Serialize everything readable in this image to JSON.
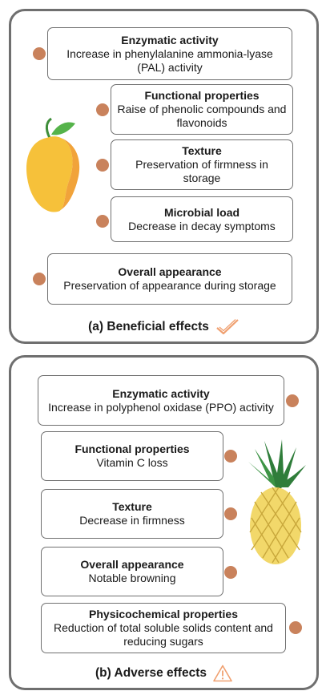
{
  "beneficial": {
    "caption": "(a) Beneficial effects",
    "icon": "checkmark-icon",
    "fruit_icon": "mango-icon",
    "dot_color": "#c9825c",
    "items": [
      {
        "title": "Enzymatic activity",
        "desc": "Increase in phenylalanine ammonia-lyase (PAL) activity"
      },
      {
        "title": "Functional properties",
        "desc": "Raise of phenolic compounds and flavonoids"
      },
      {
        "title": "Texture",
        "desc": "Preservation of firmness in storage"
      },
      {
        "title": "Microbial load",
        "desc": "Decrease in decay symptoms"
      },
      {
        "title": "Overall appearance",
        "desc": "Preservation of appearance during storage"
      }
    ]
  },
  "adverse": {
    "caption": "(b) Adverse effects",
    "icon": "warning-icon",
    "fruit_icon": "pineapple-icon",
    "dot_color": "#c9825c",
    "items": [
      {
        "title": "Enzymatic activity",
        "desc": "Increase in polyphenol oxidase (PPO) activity"
      },
      {
        "title": "Functional properties",
        "desc": "Vitamin C loss"
      },
      {
        "title": "Texture",
        "desc": "Decrease in firmness"
      },
      {
        "title": "Overall appearance",
        "desc": "Notable browning"
      },
      {
        "title": "Physicochemical properties",
        "desc": "Reduction of total soluble solids content and reducing sugars"
      }
    ]
  }
}
